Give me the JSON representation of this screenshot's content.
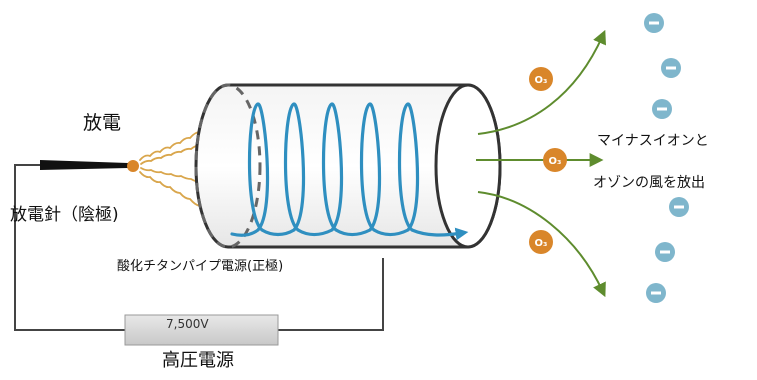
{
  "labels": {
    "discharge": "放電",
    "discharge_needle": "放電針（陰極)",
    "pipe_electrode": "酸化チタンパイプ電源(正極)",
    "voltage": "7,500V",
    "high_voltage_source": "高圧電源",
    "emission_line1": "マイナスイオンと",
    "emission_line2": "オゾンの風を放出",
    "ozone_symbol": "O₃",
    "ion_symbol": "−"
  },
  "colors": {
    "coil": "#2f8fc0",
    "cylinder_outline": "#333333",
    "arrow_green": "#5e8c2e",
    "ozone_fill": "#d9862a",
    "ion_fill": "#7fb6cc",
    "spark": "#d9a64c",
    "needle": "#111111",
    "wire": "#444444",
    "power_box": "#d8d8d8"
  },
  "icons": [
    "discharge-needle-icon",
    "spark-icon",
    "ozone-molecule-icon",
    "negative-ion-icon",
    "flow-arrow-icon"
  ]
}
